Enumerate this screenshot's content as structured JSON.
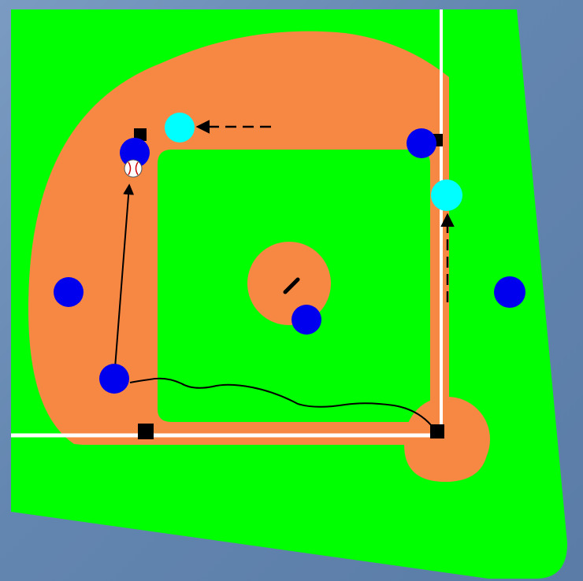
{
  "diagram": {
    "colors": {
      "slide_background": "#6f8fb3",
      "field_grass": "#00ff00",
      "infield_dirt": "#f78843",
      "foul_line": "#ffffff",
      "fielder": "#0000ee",
      "runner": "#00ffff",
      "base": "#000000",
      "ball": "#ffffff",
      "ball_stitch": "#cc0000",
      "path": "#000000"
    },
    "elements": [
      "outfield-grass",
      "infield-dirt",
      "infield-grass",
      "pitchers-mound",
      "home-plate-circle",
      "first-base-line",
      "third-base-line",
      "home-plate",
      "first-base",
      "second-base",
      "third-base",
      "pitchers-rubber",
      "ground-ball-path",
      "third-base-throw-path",
      "runner-to-second-path",
      "runner-to-first-path",
      "fielder-left",
      "fielder-right",
      "fielder-pitcher",
      "fielder-third-base",
      "fielder-second-base-area",
      "fielder-first-base-area",
      "runner-second",
      "runner-first",
      "baseball-icon"
    ]
  }
}
